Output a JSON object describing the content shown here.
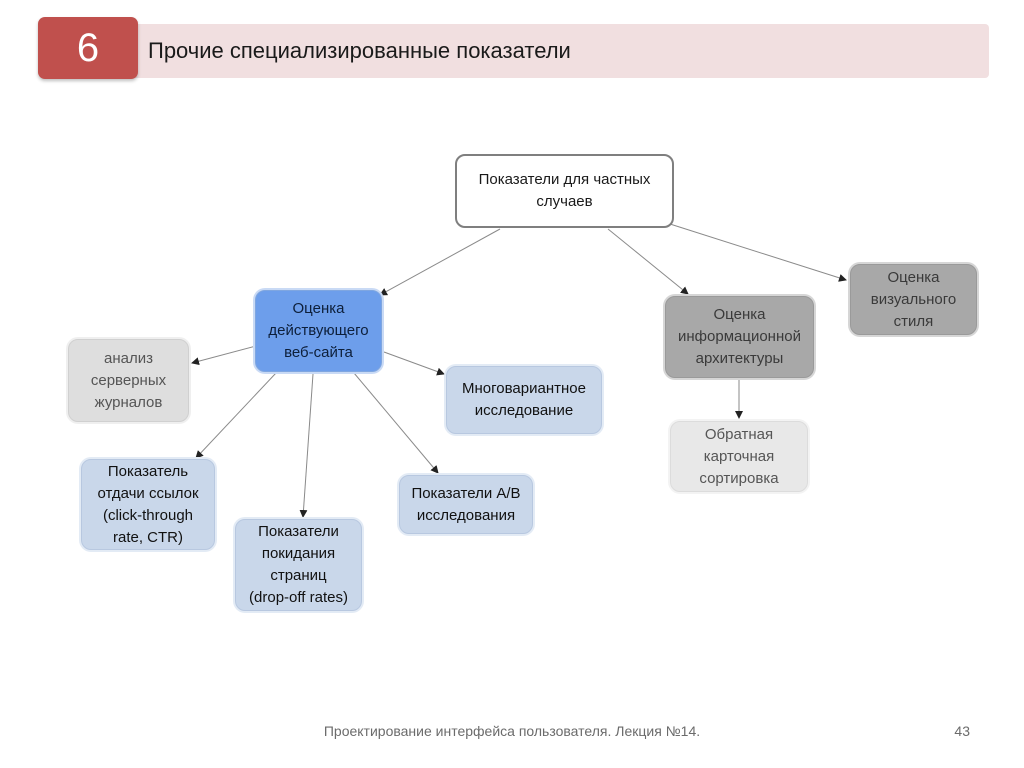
{
  "header": {
    "number": "6",
    "title": "Прочие специализированные показатели"
  },
  "nodes": {
    "root": "Показатели для частных\nслучаев",
    "website": "Оценка\nдействующего\nвеб-сайта",
    "server_logs": "анализ\nсерверных\nжурналов",
    "ctr": "Показатель\nотдачи ссылок\n(click-through\nrate, CTR)",
    "dropoff": "Показатели\nпокидания\nстраниц\n(drop-off rates)",
    "ab": "Показатели A/B\nисследования",
    "multivariate": "Многовариантное\nисследование",
    "info_arch": "Оценка\nинформационной\nархитектуры",
    "card_sort": "Обратная\nкарточная\nсортировка",
    "visual_style": "Оценка\nвизуального\nстиля"
  },
  "colors": {
    "header_accent": "#c0504d",
    "header_bar": "#f1dfe0",
    "main_node": "#6d9eeb",
    "sub_node": "#c9d7ea",
    "grey_node": "#dedede",
    "dark_node": "#a8a8a8"
  },
  "footer": {
    "text": "Проектирование интерфейса пользователя. Лекция №14.",
    "page": "43"
  }
}
